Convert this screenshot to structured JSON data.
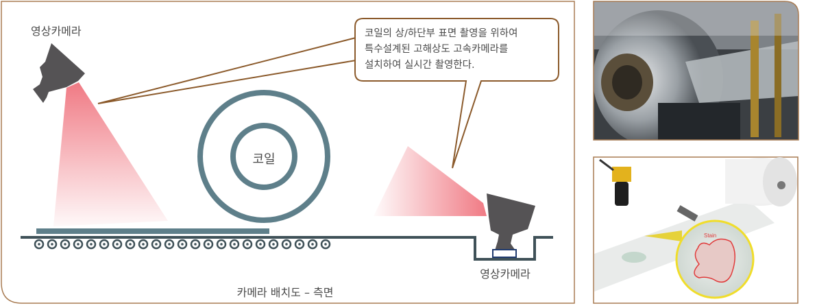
{
  "diagram": {
    "top_camera_label": "영상카메라",
    "bottom_camera_label": "영상카메라",
    "coil_label": "코일",
    "callout_lines": [
      "코일의 상/하단부 표면 촬영을 위하여",
      "특수설계된 고해상도 고속카메라를",
      "설치하여 실시간 촬영한다."
    ],
    "caption": "카메라 배치도 – 측면"
  },
  "photos": {
    "inspection_stain_label": "Stain"
  },
  "colors": {
    "frame": "#a87b52",
    "coil": "#5e7f8a",
    "camera": "#555355",
    "beam": "#f07a84",
    "rail": "#3f5158"
  }
}
